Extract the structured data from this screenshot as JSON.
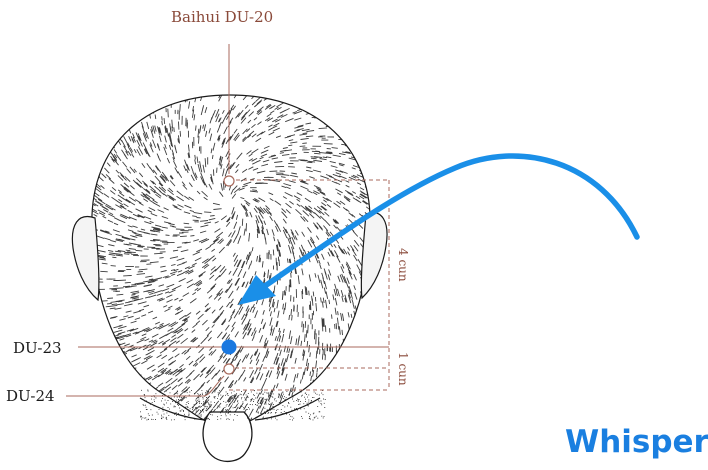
{
  "labels": {
    "top_point": "Baihui DU-20",
    "middle_point": "DU-23",
    "lower_point": "DU-24",
    "upper_measure": "4 cun",
    "lower_measure": "1 cun"
  },
  "brand": "Whisper",
  "colors": {
    "label": "#8a4a3a",
    "guide": "#a86a5c",
    "arrow": "#1a8fe8",
    "marker_fill": "#1a78e0",
    "ink": "#1a1a1a",
    "brand": "#1a7fe0"
  },
  "icons": {
    "arrow": "curved-arrow-icon",
    "marker": "filled-dot-marker"
  }
}
